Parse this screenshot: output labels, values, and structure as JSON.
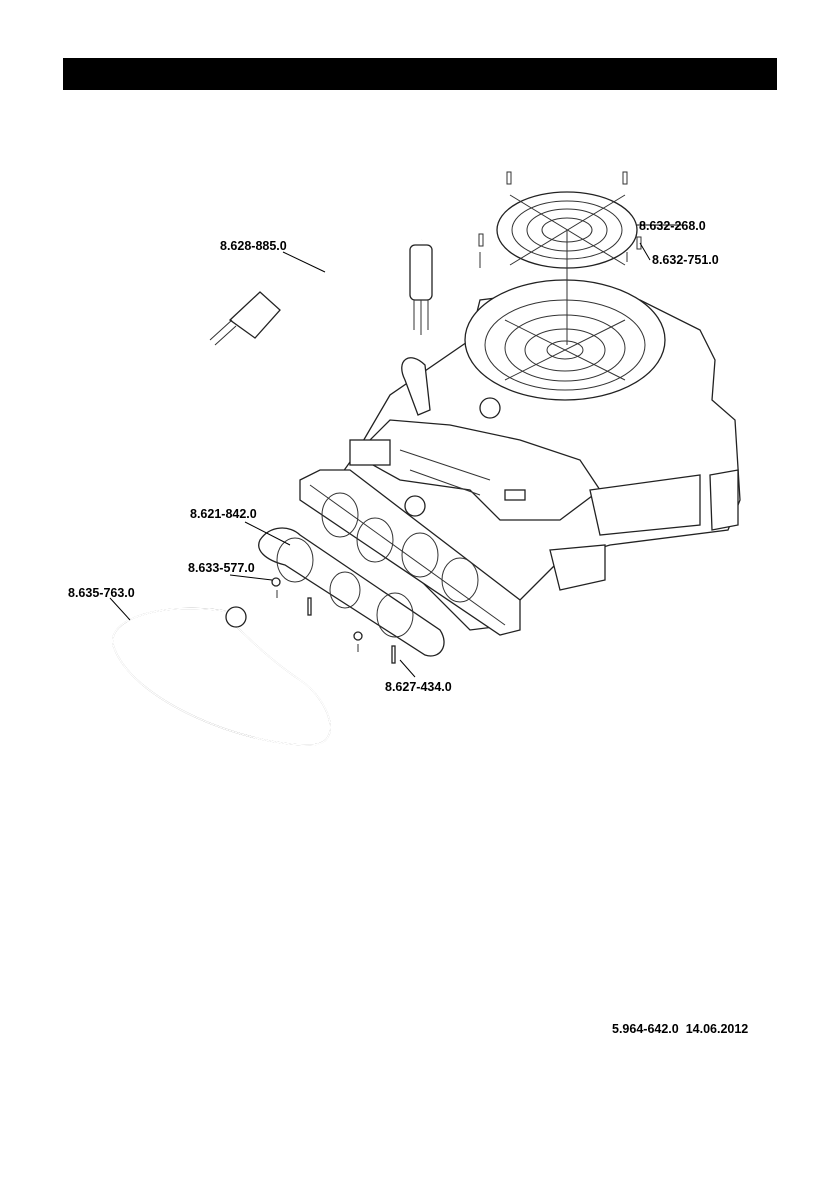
{
  "parts": {
    "power_cord": "8.628-885.0",
    "fan_grille": "8.632-268.0",
    "grille_screw": "8.632-751.0",
    "outlet_cover": "8.621-842.0",
    "nut": "8.633-577.0",
    "bungee_cord": "8.635-763.0",
    "outlet_screw": "8.627-434.0"
  },
  "footer": {
    "doc_number": "5.964-642.0",
    "date": "14.06.2012"
  }
}
